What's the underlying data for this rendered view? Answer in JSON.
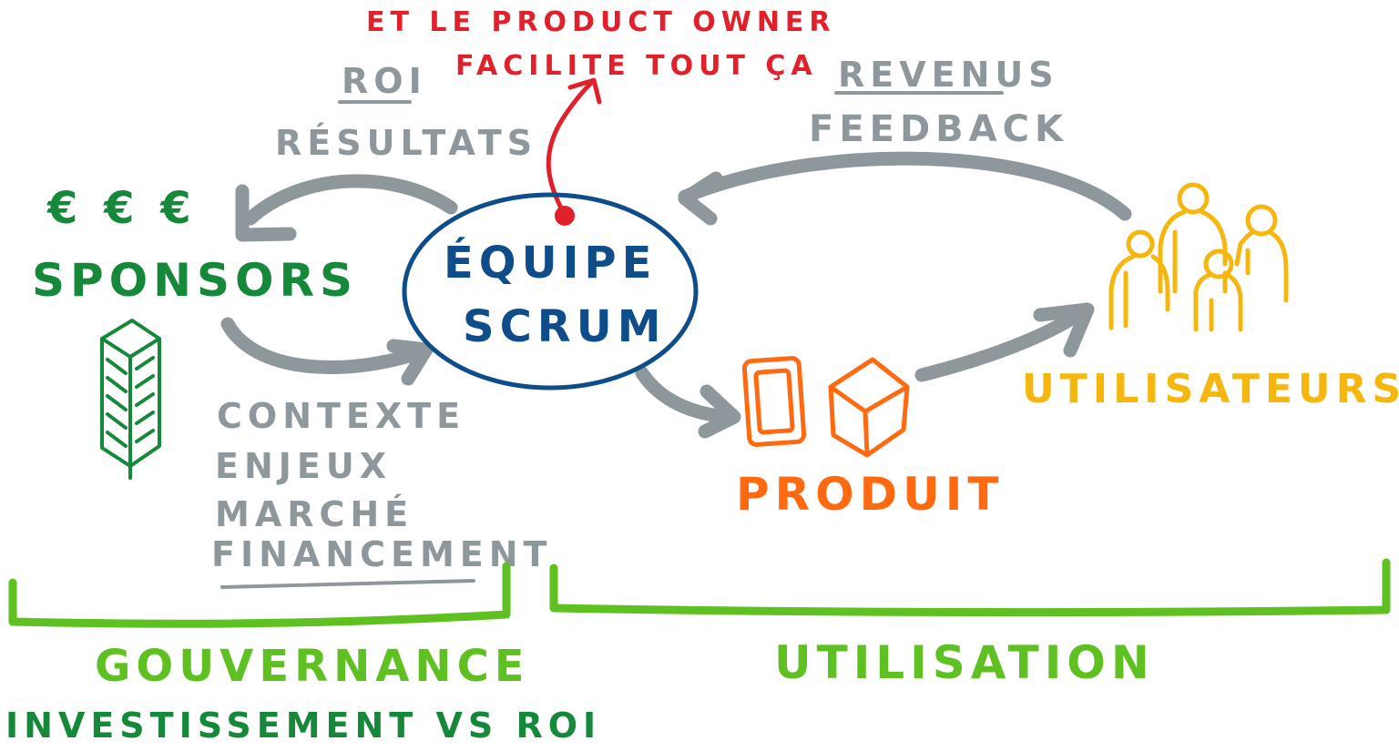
{
  "colors": {
    "red": "#e0202a",
    "grey": "#8e979c",
    "green": "#15883a",
    "lime": "#5fc021",
    "blue": "#0f4c8a",
    "orange": "#ff6a10",
    "yellow": "#f5b70f"
  },
  "annotation": {
    "line1": "ET LE PRODUCT OWNER",
    "line2": "FACILITE TOUT ÇA"
  },
  "left_top": {
    "line1": "ROI",
    "line2": "RÉSULTATS"
  },
  "right_top": {
    "line1": "REVENUS",
    "line2": "FEEDBACK"
  },
  "sponsors": {
    "money": "€ € €",
    "label": "SPONSORS"
  },
  "team": {
    "line1": "ÉQUIPE",
    "line2": "SCRUM"
  },
  "context": {
    "line1": "CONTEXTE",
    "line2": "ENJEUX",
    "line3": "MARCHÉ",
    "line4": "FINANCEMENT"
  },
  "product": {
    "label": "PRODUIT"
  },
  "users": {
    "label": "UTILISATEURS"
  },
  "sections": {
    "governance": {
      "title": "GOUVERNANCE",
      "subtitle": "INVESTISSEMENT VS ROI"
    },
    "usage": {
      "title": "UTILISATION"
    }
  },
  "icons": [
    "building-icon",
    "phone-icon",
    "cube-icon",
    "people-icon",
    "arrow-icon"
  ]
}
